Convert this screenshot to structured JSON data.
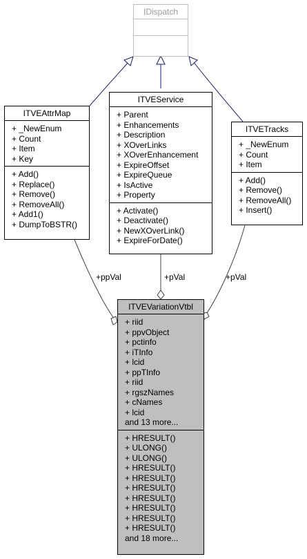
{
  "classes": {
    "idispatch": {
      "name": "IDispatch",
      "attributes": [],
      "methods": []
    },
    "attrmap": {
      "name": "ITVEAttrMap",
      "attributes": [
        "+ _NewEnum",
        "+ Count",
        "+ Item",
        "+ Key"
      ],
      "methods": [
        "+ Add()",
        "+ Replace()",
        "+ Remove()",
        "+ RemoveAll()",
        "+ Add1()",
        "+ DumpToBSTR()"
      ]
    },
    "service": {
      "name": "ITVEService",
      "attributes": [
        "+ Parent",
        "+ Enhancements",
        "+ Description",
        "+ XOverLinks",
        "+ XOverEnhancement",
        "+ ExpireOffset",
        "+ ExpireQueue",
        "+ IsActive",
        "+ Property"
      ],
      "methods": [
        "+ Activate()",
        "+ Deactivate()",
        "+ NewXOverLink()",
        "+ ExpireForDate()"
      ]
    },
    "tracks": {
      "name": "ITVETracks",
      "attributes": [
        "+ _NewEnum",
        "+ Count",
        "+ Item"
      ],
      "methods": [
        "+ Add()",
        "+ Remove()",
        "+ RemoveAll()",
        "+ Insert()"
      ]
    },
    "vtbl": {
      "name": "ITVEVariationVtbl",
      "attributes": [
        "+ riid",
        "+ ppvObject",
        "+ pctinfo",
        "+ iTInfo",
        "+ lcid",
        "+ ppTInfo",
        "+ riid",
        "+ rgszNames",
        "+ cNames",
        "+ lcid",
        "and 13 more..."
      ],
      "methods": [
        "+ HRESULT()",
        "+ ULONG()",
        "+ ULONG()",
        "+ HRESULT()",
        "+ HRESULT()",
        "+ HRESULT()",
        "+ HRESULT()",
        "+ HRESULT()",
        "+ HRESULT()",
        "+ HRESULT()",
        "and 18 more..."
      ]
    }
  },
  "edge_labels": {
    "attrmap": "+ppVal",
    "service": "+pVal",
    "tracks": "+pVal"
  },
  "colors": {
    "inheritance": "#191970",
    "association": "#404040",
    "focus_fill": "#bfbfbf",
    "muted_border": "#bfbfbf"
  }
}
